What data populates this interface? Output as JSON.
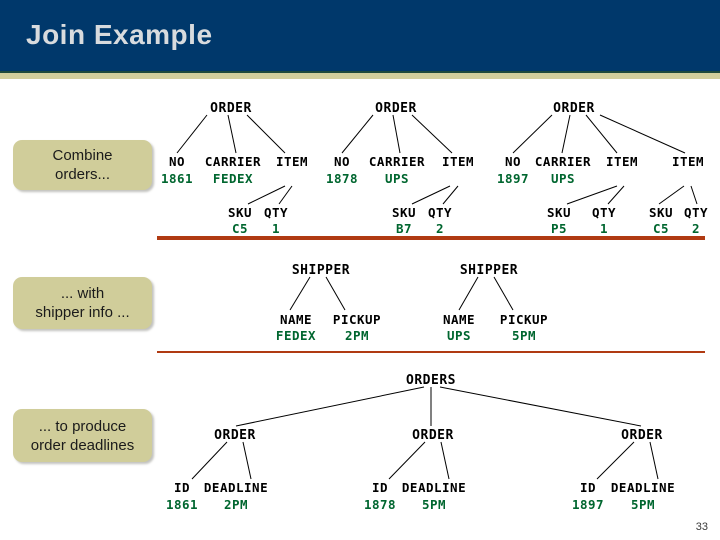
{
  "slide": {
    "title": "Join Example",
    "page_number": "33",
    "colors": {
      "header_navy": "#00386B",
      "header_tan": "#D2CF9C",
      "header_green_rule": "#1D4A3C",
      "title_text": "#D8DBDE",
      "callout_fill": "#D0CD9A",
      "separator_rust": "#B03A12",
      "node_label": "#000000",
      "node_value": "#00662F"
    }
  },
  "callouts": [
    {
      "id": "callout-1",
      "line1": "Combine",
      "line2": "orders..."
    },
    {
      "id": "callout-2",
      "line1": "... with",
      "line2": "shipper info ..."
    },
    {
      "id": "callout-3",
      "line1": "... to produce",
      "line2": "order deadlines"
    }
  ],
  "section_orders": {
    "trees": [
      {
        "root": "ORDER",
        "fields": [
          {
            "label": "NO",
            "value": "1861"
          },
          {
            "label": "CARRIER",
            "value": "FEDEX"
          }
        ],
        "items": [
          {
            "label": "ITEM",
            "sku_label": "SKU",
            "sku": "C5",
            "qty_label": "QTY",
            "qty": "1"
          }
        ]
      },
      {
        "root": "ORDER",
        "fields": [
          {
            "label": "NO",
            "value": "1878"
          },
          {
            "label": "CARRIER",
            "value": "UPS"
          }
        ],
        "items": [
          {
            "label": "ITEM",
            "sku_label": "SKU",
            "sku": "B7",
            "qty_label": "QTY",
            "qty": "2"
          }
        ]
      },
      {
        "root": "ORDER",
        "fields": [
          {
            "label": "NO",
            "value": "1897"
          },
          {
            "label": "CARRIER",
            "value": "UPS"
          }
        ],
        "items": [
          {
            "label": "ITEM",
            "sku_label": "SKU",
            "sku": "P5",
            "qty_label": "QTY",
            "qty": "1"
          },
          {
            "label": "ITEM",
            "sku_label": "SKU",
            "sku": "C5",
            "qty_label": "QTY",
            "qty": "2"
          }
        ]
      }
    ]
  },
  "section_shippers": {
    "trees": [
      {
        "root": "SHIPPER",
        "fields": [
          {
            "label": "NAME",
            "value": "FEDEX"
          },
          {
            "label": "PICKUP",
            "value": "2PM"
          }
        ]
      },
      {
        "root": "SHIPPER",
        "fields": [
          {
            "label": "NAME",
            "value": "UPS"
          },
          {
            "label": "PICKUP",
            "value": "5PM"
          }
        ]
      }
    ]
  },
  "section_result": {
    "root": "ORDERS",
    "trees": [
      {
        "root": "ORDER",
        "fields": [
          {
            "label": "ID",
            "value": "1861"
          },
          {
            "label": "DEADLINE",
            "value": "2PM"
          }
        ]
      },
      {
        "root": "ORDER",
        "fields": [
          {
            "label": "ID",
            "value": "1878"
          },
          {
            "label": "DEADLINE",
            "value": "5PM"
          }
        ]
      },
      {
        "root": "ORDER",
        "fields": [
          {
            "label": "ID",
            "value": "1897"
          },
          {
            "label": "DEADLINE",
            "value": "5PM"
          }
        ]
      }
    ]
  }
}
